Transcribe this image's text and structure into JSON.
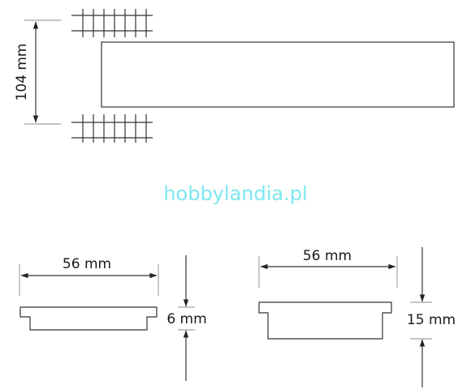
{
  "watermark": "hobbylandia.pl",
  "dimensions": {
    "length": "104 mm",
    "width_left": "56 mm",
    "width_right": "56 mm",
    "height_left": "6 mm",
    "height_right": "15 mm"
  },
  "colors": {
    "watermark": "#7de8ef",
    "line": "#333333"
  }
}
